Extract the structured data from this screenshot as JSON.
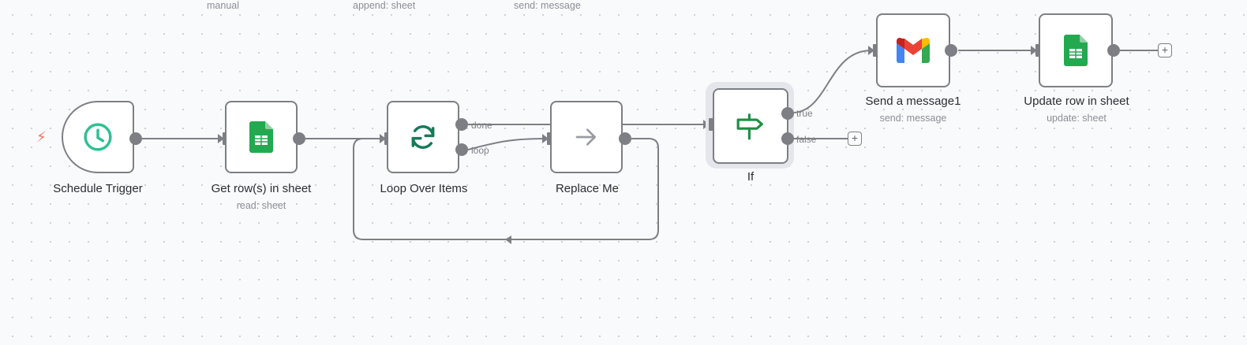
{
  "canvas": {
    "top_cut_sublabels": [
      "manual",
      "append: sheet",
      "send: message"
    ]
  },
  "nodes": {
    "schedule_trigger": {
      "label": "Schedule Trigger",
      "icon": "clock-icon",
      "color": "#2ec092"
    },
    "get_rows": {
      "label": "Get row(s) in sheet",
      "sublabel": "read: sheet",
      "icon": "google-sheets-icon",
      "color": "#23a94f"
    },
    "loop_over_items": {
      "label": "Loop Over Items",
      "icon": "refresh-icon",
      "color": "#177a5a",
      "ports": [
        "done",
        "loop"
      ]
    },
    "replace_me": {
      "label": "Replace Me",
      "icon": "arrow-right-icon",
      "color": "#9a9ca1"
    },
    "if": {
      "label": "If",
      "icon": "signpost-icon",
      "color": "#1f8f44",
      "ports": [
        "true",
        "false"
      ]
    },
    "send_message": {
      "label": "Send a message1",
      "sublabel": "send: message",
      "icon": "gmail-icon"
    },
    "update_row": {
      "label": "Update row in sheet",
      "sublabel": "update: sheet",
      "icon": "google-sheets-icon",
      "color": "#23a94f"
    }
  },
  "add_buttons": {
    "symbol": "+"
  },
  "trigger_marker": {
    "symbol": "⚡"
  }
}
